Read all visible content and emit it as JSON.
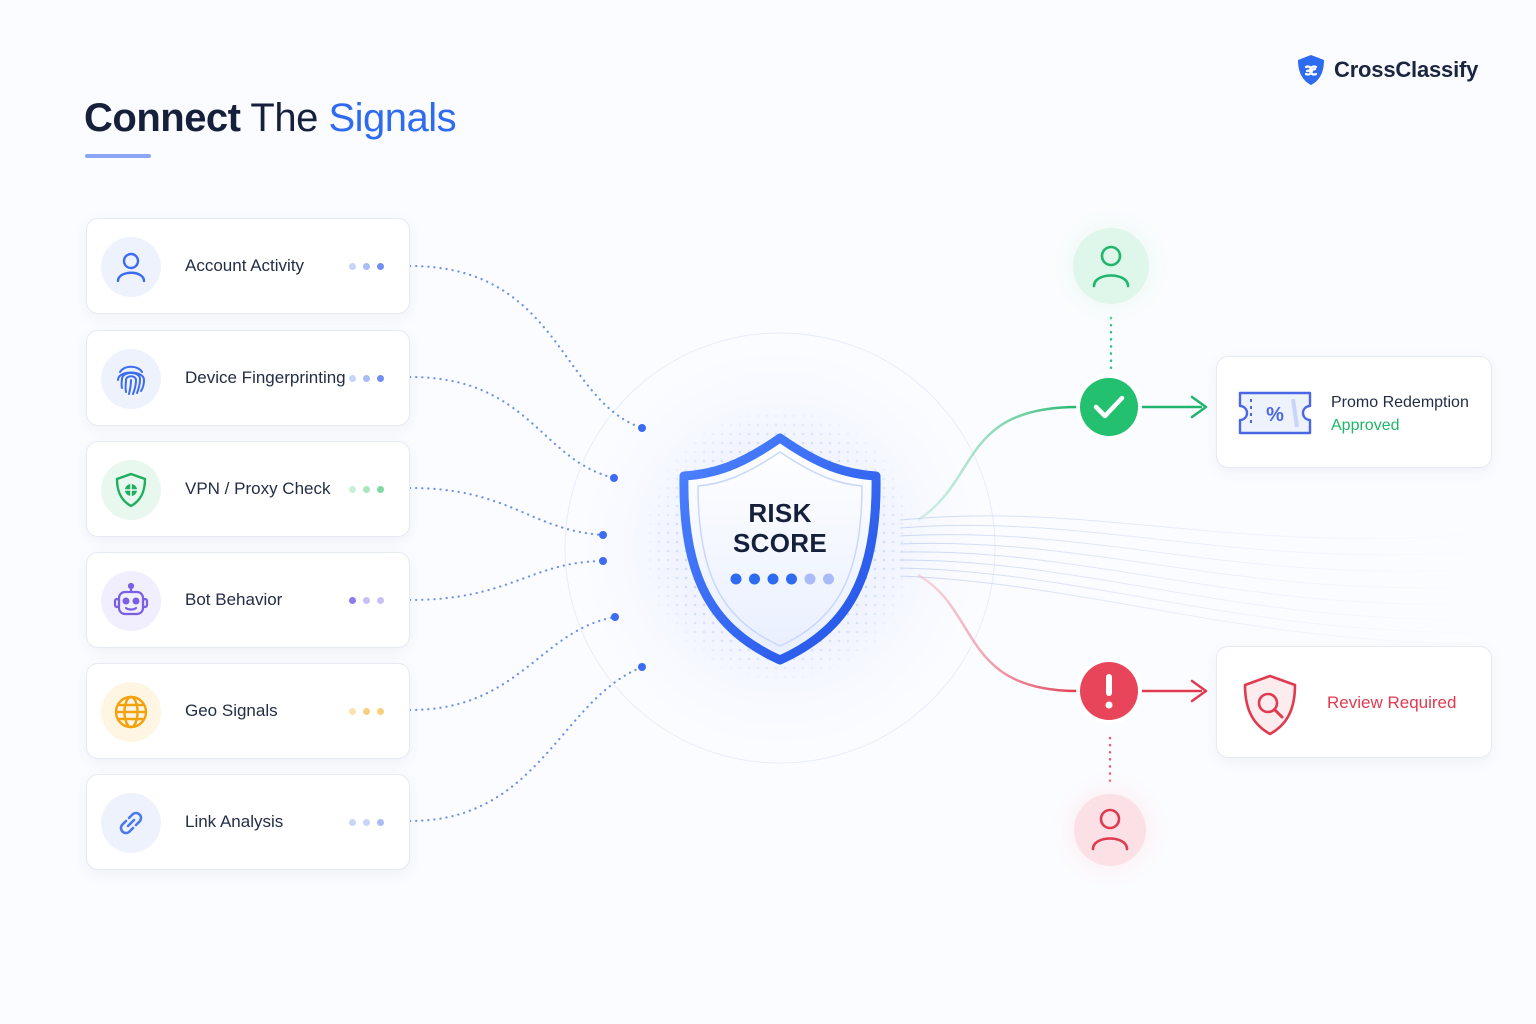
{
  "brand": {
    "name": "CrossClassify",
    "logo_icon": "crossclassify-logo-icon"
  },
  "title": {
    "word1": "Connect",
    "word2": " The ",
    "word3": "Signals"
  },
  "signals": [
    {
      "label": "Account Activity",
      "icon": "user-icon",
      "color": "#3d6cf2",
      "bg": "#eef2fd",
      "dots": [
        "#c9d4fa",
        "#a9bcf7",
        "#6f8ff2"
      ]
    },
    {
      "label": "Device Fingerprinting",
      "icon": "fingerprint-icon",
      "color": "#3d6cf2",
      "bg": "#eef2fd",
      "dots": [
        "#c9d4fa",
        "#a9bcf7",
        "#6f8ff2"
      ]
    },
    {
      "label": "VPN / Proxy Check",
      "icon": "shield-icon",
      "color": "#1fae5e",
      "bg": "#e9f8ef",
      "dots": [
        "#c8efd7",
        "#a8e6c0",
        "#7fd9a3"
      ]
    },
    {
      "label": "Bot Behavior",
      "icon": "robot-icon",
      "color": "#7a5fe6",
      "bg": "#f1eefd",
      "dots": [
        "#8e7be9",
        "#c8bff5",
        "#c8bff5"
      ]
    },
    {
      "label": "Geo Signals",
      "icon": "globe-icon",
      "color": "#f2a20c",
      "bg": "#fff5e3",
      "dots": [
        "#fbe2b0",
        "#f8cf7c",
        "#f8cf7c"
      ]
    },
    {
      "label": "Link Analysis",
      "icon": "link-icon",
      "color": "#4a78ee",
      "bg": "#eef2fd",
      "dots": [
        "#c9d4fa",
        "#c9d4fa",
        "#a9bcf7"
      ]
    }
  ],
  "center": {
    "line1": "RISK",
    "line2": "SCORE",
    "level": 4,
    "max": 6,
    "icon": "shield-icon"
  },
  "outcomes": {
    "approved": {
      "title": "Promo Redemption",
      "status": "Approved",
      "color": "#1fb56a",
      "icon": "coupon-icon",
      "status_icon": "check-icon",
      "person_icon": "user-icon"
    },
    "review": {
      "label": "Review Required",
      "color": "#e03a50",
      "icon": "shield-search-icon",
      "status_icon": "alert-icon",
      "person_icon": "user-icon"
    }
  },
  "colors": {
    "primary": "#2f6bf0",
    "green": "#1fb56a",
    "red": "#e03a50",
    "ink": "#16203b"
  }
}
